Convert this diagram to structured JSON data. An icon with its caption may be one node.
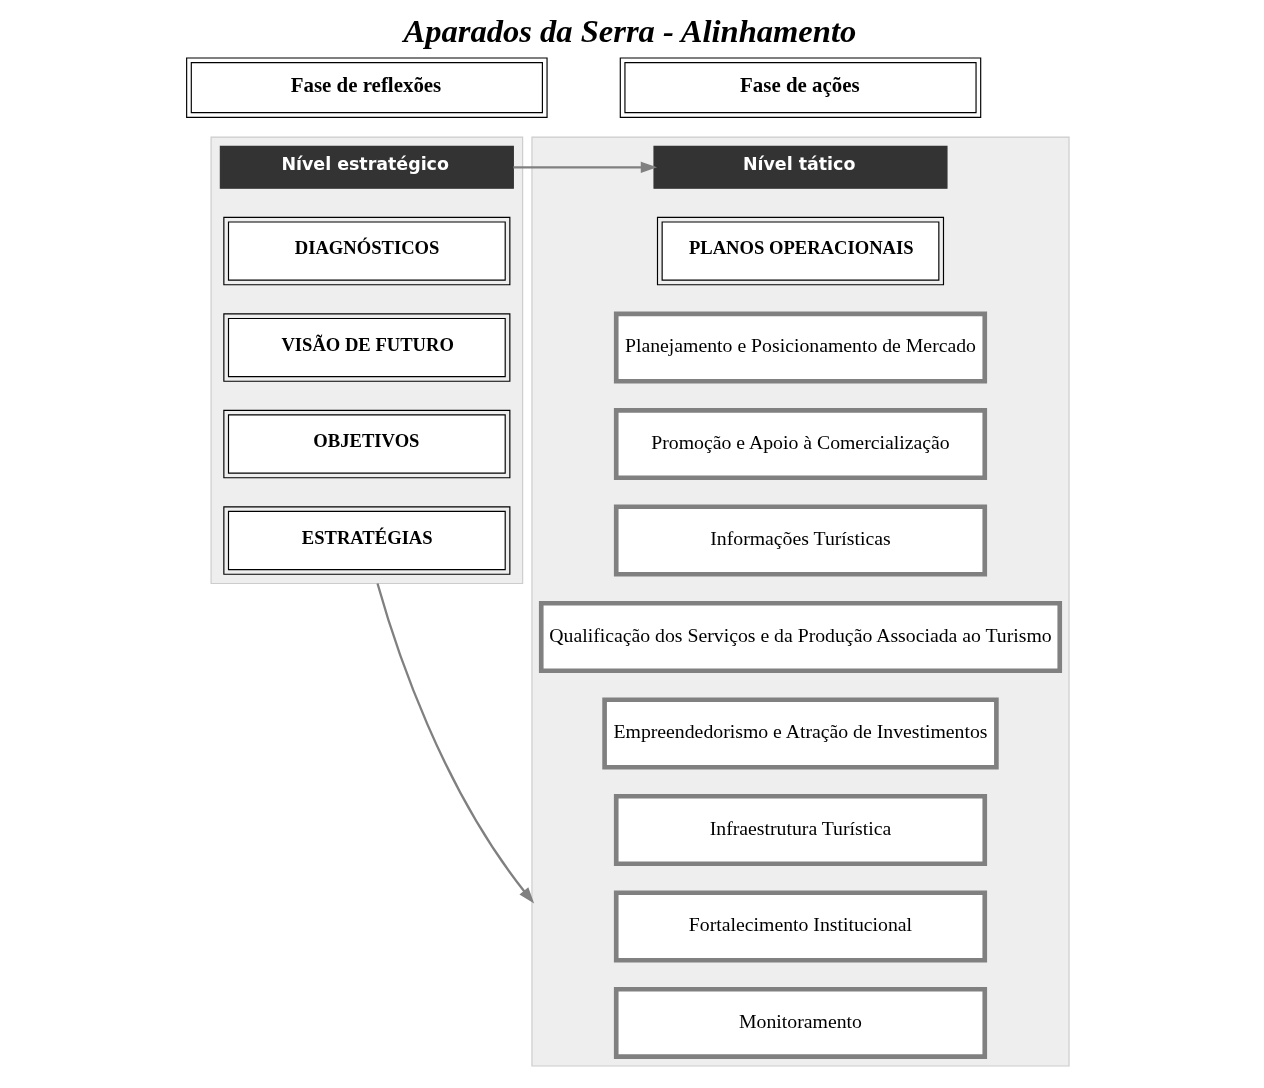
{
  "diagram": {
    "title": "Aparados da Serra - Alinhamento",
    "nodes": [
      {
        "text": [
          "Fase de reflexões"
        ]
      },
      {
        "text": [
          "Fase de ações"
        ]
      },
      {
        "text": [],
        "shape": "box"
      },
      {
        "text": [
          "Nível estratégico"
        ],
        "in": 2
      },
      {
        "text": [
          "DIAGNÓSTICOS"
        ],
        "in": 2
      },
      {
        "text": [
          "VISÃO DE FUTURO"
        ],
        "in": 2
      },
      {
        "text": [
          "OBJETIVOS"
        ],
        "in": 2
      },
      {
        "text": [
          "ESTRATÉGIAS"
        ],
        "in": 2
      },
      {
        "text": [],
        "shape": "box"
      },
      {
        "text": [
          "Nível tático"
        ],
        "in": 8
      },
      {
        "text": [
          "PLANOS OPERACIONAIS"
        ],
        "in": 8
      },
      {
        "text": [
          "Planejamento e Posicionamento de Mercado"
        ],
        "in": 8
      },
      {
        "text": [
          "Promoção e Apoio à Comercialização"
        ],
        "in": 8
      },
      {
        "text": [
          "Informações Turísticas"
        ],
        "in": 8
      },
      {
        "text": [
          "Qualificação dos Serviços e da Produção Associada ao Turismo"
        ],
        "in": 8
      },
      {
        "text": [
          "Empreendedorismo e Atração de Investimentos"
        ],
        "in": 8
      },
      {
        "text": [
          "Infraestrutura Turística"
        ],
        "in": 8
      },
      {
        "text": [
          "Fortalecimento Institucional"
        ],
        "in": 8
      },
      {
        "text": [
          "Monitoramento"
        ],
        "in": 8
      }
    ],
    "edges": [
      {
        "from": 3,
        "to": 9,
        "arrow": "to",
        "color": "#808080"
      },
      {
        "from": 2,
        "to": 8,
        "arrow": "to",
        "color": "#808080"
      }
    ]
  }
}
